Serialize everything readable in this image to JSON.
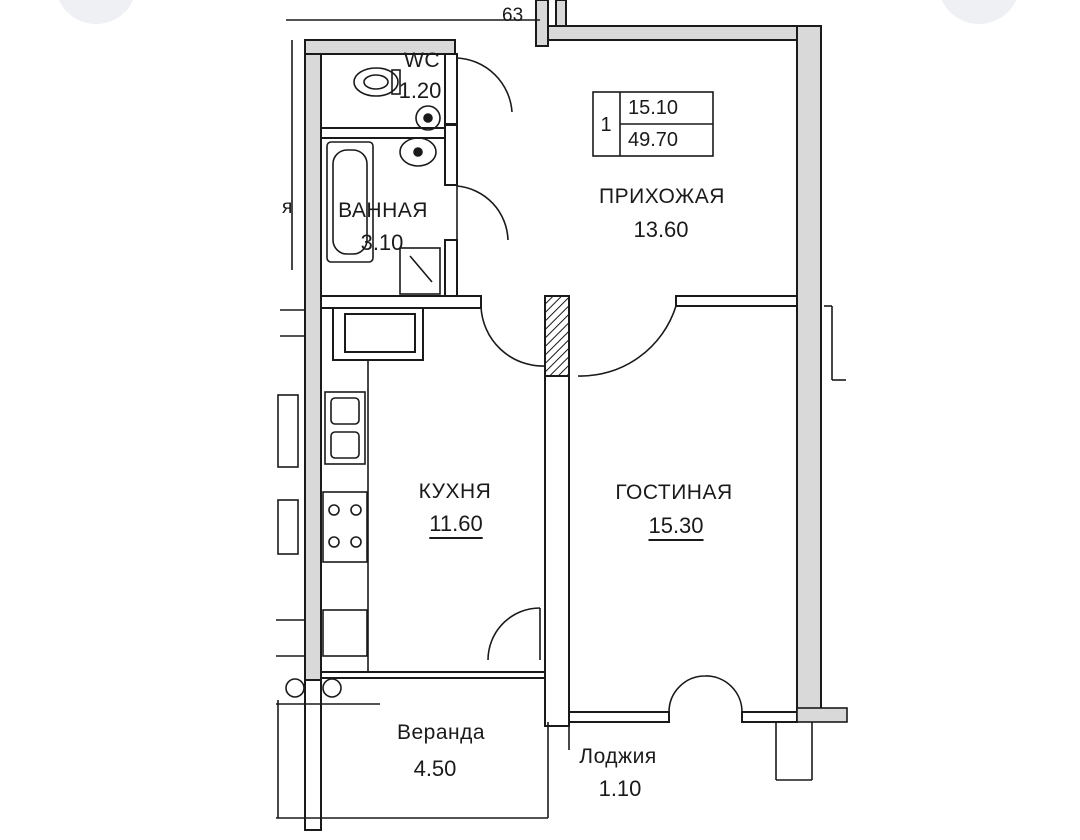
{
  "plan": {
    "top_edge_label": "63",
    "left_edge_fragment": "я",
    "apartment": {
      "number": "1",
      "living_area": "15.10",
      "total_area": "49.70"
    },
    "rooms": {
      "wc": {
        "name": "WC",
        "area": "1.20"
      },
      "bathroom": {
        "name": "ВАННАЯ",
        "area": "3.10"
      },
      "hallway": {
        "name": "ПРИХОЖАЯ",
        "area": "13.60"
      },
      "kitchen": {
        "name": "КУХНЯ",
        "area": "11.60"
      },
      "living_room": {
        "name": "ГОСТИНАЯ",
        "area": "15.30"
      },
      "veranda": {
        "name": "Веранда",
        "area": "4.50"
      },
      "loggia": {
        "name": "Лоджия",
        "area": "1.10"
      }
    }
  },
  "colors": {
    "background": "#ffffff",
    "wall_fill": "#d9d9d9",
    "line": "#1a1a1a",
    "decor": "#eef0f4"
  }
}
